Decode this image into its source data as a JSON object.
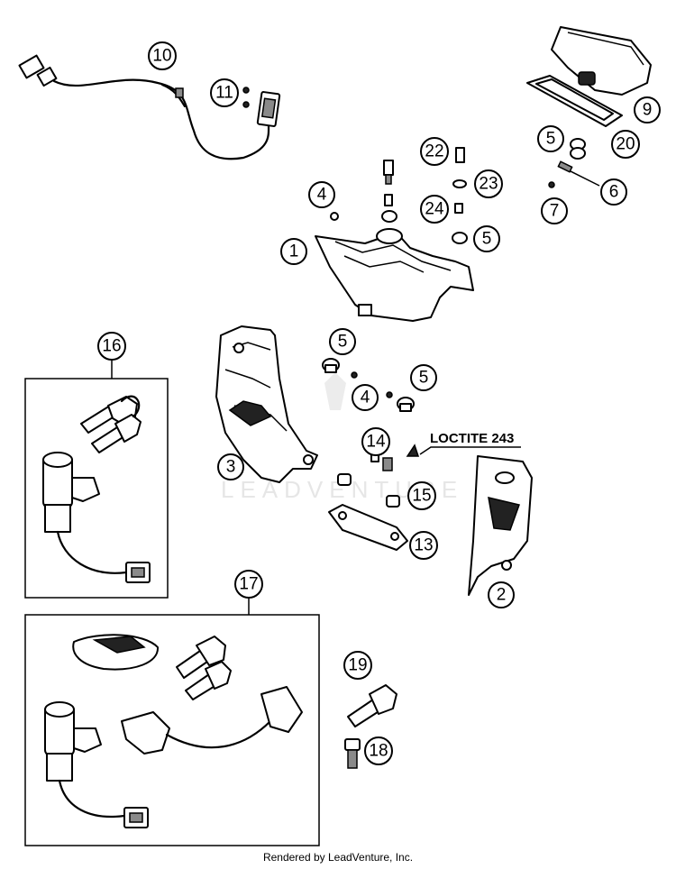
{
  "callouts": {
    "c1": "1",
    "c2": "2",
    "c3": "3",
    "c4a": "4",
    "c4b": "4",
    "c5a": "5",
    "c5b": "5",
    "c5c": "5",
    "c5d": "5",
    "c6": "6",
    "c7": "7",
    "c9": "9",
    "c10": "10",
    "c11": "11",
    "c13": "13",
    "c14": "14",
    "c15": "15",
    "c16": "16",
    "c17": "17",
    "c18": "18",
    "c19": "19",
    "c20": "20",
    "c22": "22",
    "c23": "23",
    "c24": "24"
  },
  "annotation": {
    "loctite": "LOCTITE 243"
  },
  "watermark": {
    "text": "LEADVENTURE"
  },
  "footer": {
    "text": "Rendered by LeadVenture, Inc."
  }
}
